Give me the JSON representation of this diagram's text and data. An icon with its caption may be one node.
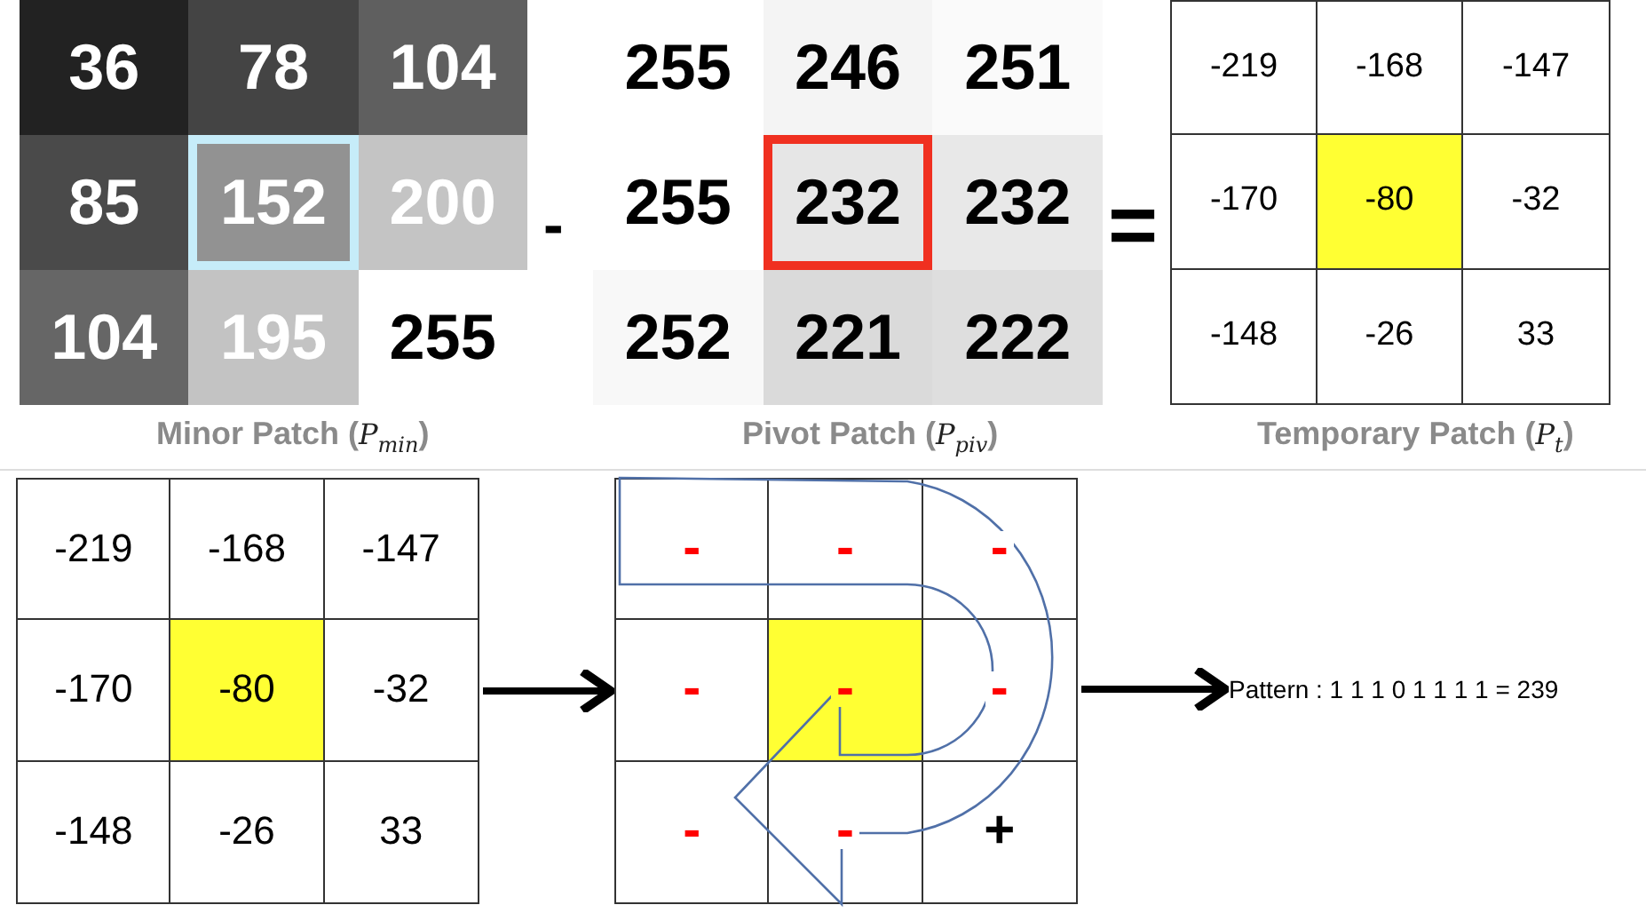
{
  "diagram": {
    "nodes": [
      {
        "text": [
          "Minor Patch (*P*$_{min}$)"
        ]
      },
      {
        "text": [
          "36"
        ],
        "in": 0
      },
      {
        "text": [
          "78"
        ],
        "in": 0
      },
      {
        "text": [
          "104"
        ],
        "in": 0
      },
      {
        "text": [
          "85"
        ],
        "in": 0
      },
      {
        "text": [
          "152"
        ],
        "in": 0
      },
      {
        "text": [
          "200"
        ],
        "in": 0
      },
      {
        "text": [
          "104"
        ],
        "in": 0
      },
      {
        "text": [
          "195"
        ],
        "in": 0
      },
      {
        "text": [
          "255"
        ],
        "in": 0
      },
      {
        "text": [
          "Pivot Patch (*P*$_{piv}$)"
        ]
      },
      {
        "text": [
          "255"
        ],
        "in": 10
      },
      {
        "text": [
          "246"
        ],
        "in": 10
      },
      {
        "text": [
          "251"
        ],
        "in": 10
      },
      {
        "text": [
          "255"
        ],
        "in": 10
      },
      {
        "text": [
          "232"
        ],
        "in": 10
      },
      {
        "text": [
          "232"
        ],
        "in": 10
      },
      {
        "text": [
          "252"
        ],
        "in": 10
      },
      {
        "text": [
          "221"
        ],
        "in": 10
      },
      {
        "text": [
          "222"
        ],
        "in": 10
      },
      {
        "text": [
          "Temporary Patch (*P*$_{t}$)"
        ]
      },
      {
        "text": [
          "-219"
        ],
        "in": 20
      },
      {
        "text": [
          "-168"
        ],
        "in": 20
      },
      {
        "text": [
          "-147"
        ],
        "in": 20
      },
      {
        "text": [
          "-170"
        ],
        "in": 20
      },
      {
        "text": [
          "-80"
        ],
        "in": 20
      },
      {
        "text": [
          "-32"
        ],
        "in": 20
      },
      {
        "text": [
          "-148"
        ],
        "in": 20
      },
      {
        "text": [
          "-26"
        ],
        "in": 20
      },
      {
        "text": [
          "33"
        ],
        "in": 20
      },
      {
        "text": [],
        "shape": "box"
      },
      {
        "text": [
          "-219"
        ],
        "in": 30
      },
      {
        "text": [
          "-168"
        ],
        "in": 30
      },
      {
        "text": [
          "-147"
        ],
        "in": 30
      },
      {
        "text": [
          "-170"
        ],
        "in": 30
      },
      {
        "text": [
          "-80"
        ],
        "in": 30
      },
      {
        "text": [
          "-32"
        ],
        "in": 30
      },
      {
        "text": [
          "-148"
        ],
        "in": 30
      },
      {
        "text": [
          "-26"
        ],
        "in": 30
      },
      {
        "text": [
          "33"
        ],
        "in": 30
      },
      {
        "text": [],
        "shape": "box"
      },
      {
        "text": [
          "-"
        ],
        "in": 40
      },
      {
        "text": [
          "-"
        ],
        "in": 40
      },
      {
        "text": [
          "-"
        ],
        "in": 40
      },
      {
        "text": [
          "-"
        ],
        "in": 40
      },
      {
        "text": [
          "-"
        ],
        "in": 40
      },
      {
        "text": [
          "-"
        ],
        "in": 40
      },
      {
        "text": [
          "-"
        ],
        "in": 40
      },
      {
        "text": [
          "-"
        ],
        "in": 40
      },
      {
        "text": [
          "+"
        ],
        "in": 40
      },
      {
        "text": [
          "Pattern : 1 1 1 0 1 1 1 1 = 239"
        ]
      }
    ],
    "edges": [
      {
        "from": 30,
        "to": 40,
        "arrow": "to"
      },
      {
        "from": 40,
        "to": 50,
        "arrow": "to"
      }
    ],
    "labels": [
      "-",
      "="
    ]
  }
}
